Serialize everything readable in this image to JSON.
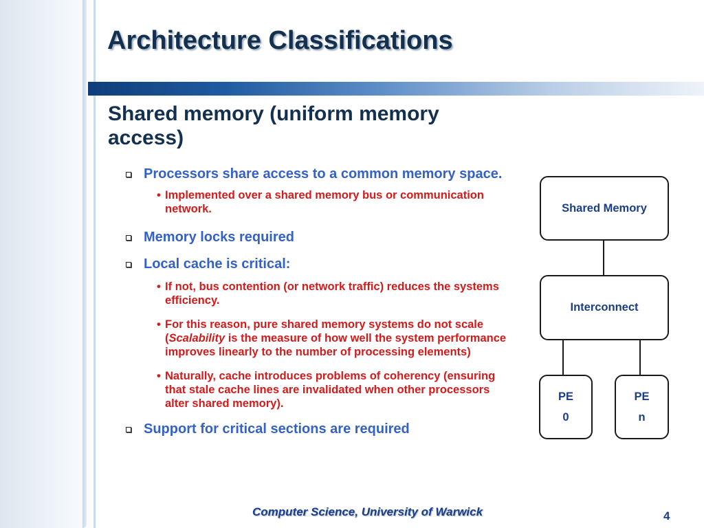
{
  "slide": {
    "title": "Architecture Classifications",
    "subtitle": "Shared memory (uniform memory access)",
    "bullets": {
      "b1": "Processors share access to a common memory space.",
      "b1_sub1": "Implemented over a shared memory bus or communication network.",
      "b2": "Memory locks required",
      "b3": "Local cache is critical:",
      "b3_sub1": "If not, bus contention (or network traffic) reduces the systems efficiency.",
      "b3_sub2_before": "For this reason, pure shared memory systems do not scale (",
      "b3_sub2_italic": "Scalability",
      "b3_sub2_after": " is the measure of how well the system performance improves linearly to the number of processing elements)",
      "b3_sub3": "Naturally, cache introduces problems of coherency (ensuring that stale cache lines are invalidated when other processors alter shared memory).",
      "b4": "Support for critical sections are required"
    },
    "diagram": {
      "shared_memory": "Shared Memory",
      "interconnect": "Interconnect",
      "pe0_label": "PE",
      "pe0_index": "0",
      "pen_label": "PE",
      "pen_index": "n"
    },
    "footer": "Computer Science, University of Warwick",
    "page_number": "4"
  }
}
